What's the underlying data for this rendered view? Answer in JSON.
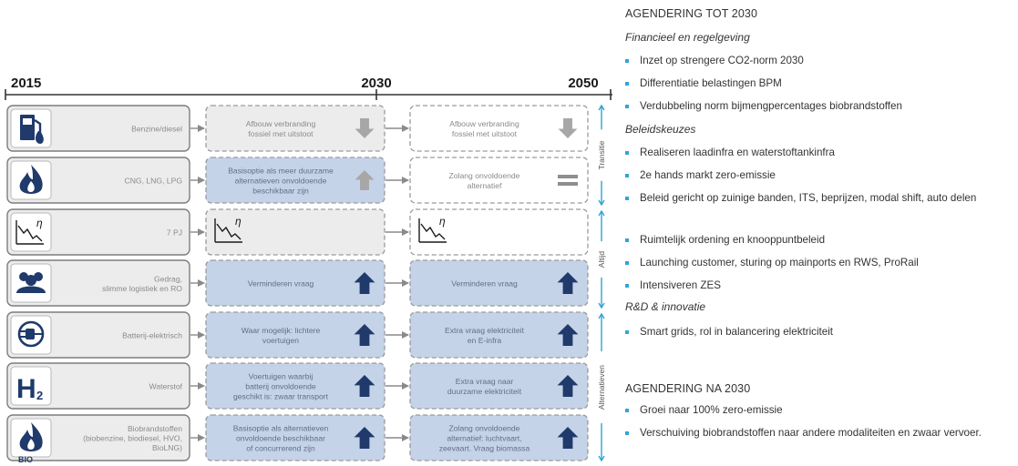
{
  "timeline": {
    "years": [
      "2015",
      "2030",
      "2050"
    ],
    "side_labels": [
      "Transitie",
      "Altijd",
      "Alternatieven"
    ]
  },
  "rows": [
    {
      "fuel_label": [
        "Benzine/diesel"
      ],
      "icon": "fuel-pump-icon",
      "mid_text": [
        "Afbouw verbranding",
        "fossiel met uitstoot"
      ],
      "mid_symbol": "arrow-down",
      "end_text": [
        "Afbouw verbranding",
        "fossiel met uitstoot"
      ],
      "end_symbol": "arrow-down",
      "mid_fill": "grey",
      "end_fill": "white"
    },
    {
      "fuel_label": [
        "CNG, LNG, LPG"
      ],
      "icon": "flame-icon",
      "mid_text": [
        "Basisoptie als meer duurzame",
        "alternatieven onvoldoende",
        "beschikbaar zijn"
      ],
      "mid_symbol": "arrow-up-grey",
      "end_text": [
        "Zolang onvoldoende",
        "alternatief"
      ],
      "end_symbol": "equals",
      "mid_fill": "blue",
      "end_fill": "white"
    },
    {
      "fuel_label": [
        "7 PJ"
      ],
      "icon": "efficiency-curve-icon",
      "mid_text": [],
      "mid_symbol": "efficiency-curve",
      "end_text": [],
      "end_symbol": "efficiency-curve",
      "mid_fill": "grey",
      "end_fill": "white"
    },
    {
      "fuel_label": [
        "Gedrag,",
        "slimme logistiek en RO"
      ],
      "icon": "people-icon",
      "mid_text": [
        "Verminderen vraag"
      ],
      "mid_symbol": "arrow-up",
      "end_text": [
        "Verminderen vraag"
      ],
      "end_symbol": "arrow-up",
      "mid_fill": "blue",
      "end_fill": "blue"
    },
    {
      "fuel_label": [
        "Batterij-elektrisch"
      ],
      "icon": "plug-icon",
      "mid_text": [
        "Waar mogelijk: lichtere",
        "voertuigen"
      ],
      "mid_symbol": "arrow-up",
      "end_text": [
        "Extra vraag elektriciteit",
        "en E-infra"
      ],
      "end_symbol": "arrow-up",
      "mid_fill": "blue",
      "end_fill": "blue"
    },
    {
      "fuel_label": [
        "Waterstof"
      ],
      "icon": "hydrogen-icon",
      "mid_text": [
        "Voertuigen waarbij",
        "batterij onvoldoende",
        "geschikt is: zwaar transport"
      ],
      "mid_symbol": "arrow-up",
      "end_text": [
        "Extra vraag naar",
        "duurzame elektriciteit"
      ],
      "end_symbol": "arrow-up",
      "mid_fill": "blue",
      "end_fill": "blue"
    },
    {
      "fuel_label": [
        "Biobrandstoffen",
        "(biobenzine, biodiesel, HVO,",
        "BioLNG)"
      ],
      "icon": "bio-flame-icon",
      "mid_text": [
        "Basisoptie als alternatieven",
        "onvoldoende beschikbaar",
        "of concurrerend zijn"
      ],
      "mid_symbol": "arrow-up",
      "end_text": [
        "Zolang onvoldoende",
        "alternatief: luchtvaart,",
        "zeevaart. Vraag biomassa"
      ],
      "end_symbol": "arrow-up",
      "mid_fill": "blue",
      "end_fill": "blue"
    }
  ],
  "agenda": {
    "title_1": "AGENDERING TOT 2030",
    "section_1": "Financieel en regelgeving",
    "items_1": [
      "Inzet op strengere CO2-norm 2030",
      "Differentiatie belastingen BPM",
      "Verdubbeling norm bijmengpercentages biobrandstoffen"
    ],
    "section_2": "Beleidskeuzes",
    "items_2": [
      "Realiseren laadinfra en waterstoftankinfra",
      "2e hands markt zero-emissie",
      "Beleid gericht op zuinige banden, ITS, beprijzen, modal shift, auto delen",
      "Ruimtelijk ordening en knooppuntbeleid",
      "Launching customer, sturing op mainports en RWS, ProRail",
      "Intensiveren ZES"
    ],
    "section_3": "R&D & innovatie",
    "items_3": [
      "Smart grids, rol in balancering elektriciteit"
    ],
    "title_2": "AGENDERING NA 2030",
    "items_4": [
      "Groei naar 100% zero-emissie",
      "Verschuiving biobrandstoffen naar andere modaliteiten en zwaar vervoer."
    ]
  },
  "colors": {
    "accent": "#2ea6d8",
    "dark_navy": "#1f3a6b",
    "box_blue": "#c5d3e8",
    "box_grey": "#ececec",
    "border": "#9a9a9a"
  }
}
